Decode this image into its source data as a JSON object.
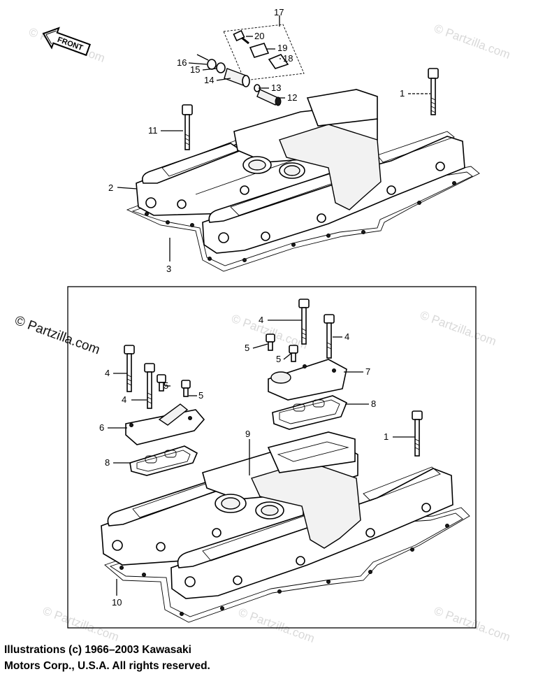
{
  "front_arrow": {
    "text": "FRONT",
    "icon": "front-arrow-icon"
  },
  "watermark": {
    "text": "© Partzilla.com"
  },
  "callouts": {
    "top": [
      "17",
      "20",
      "19",
      "18",
      "16",
      "15",
      "14",
      "13",
      "12",
      "1",
      "11",
      "2",
      "3"
    ],
    "bottom": [
      "4",
      "5",
      "4",
      "5",
      "5",
      "7",
      "8",
      "4",
      "5",
      "4",
      "5",
      "6",
      "8",
      "9",
      "1",
      "10"
    ]
  },
  "copyright": {
    "line1": "Illustrations (c) 1966–2003 Kawasaki",
    "line2": "Motors Corp., U.S.A.  All rights reserved."
  }
}
